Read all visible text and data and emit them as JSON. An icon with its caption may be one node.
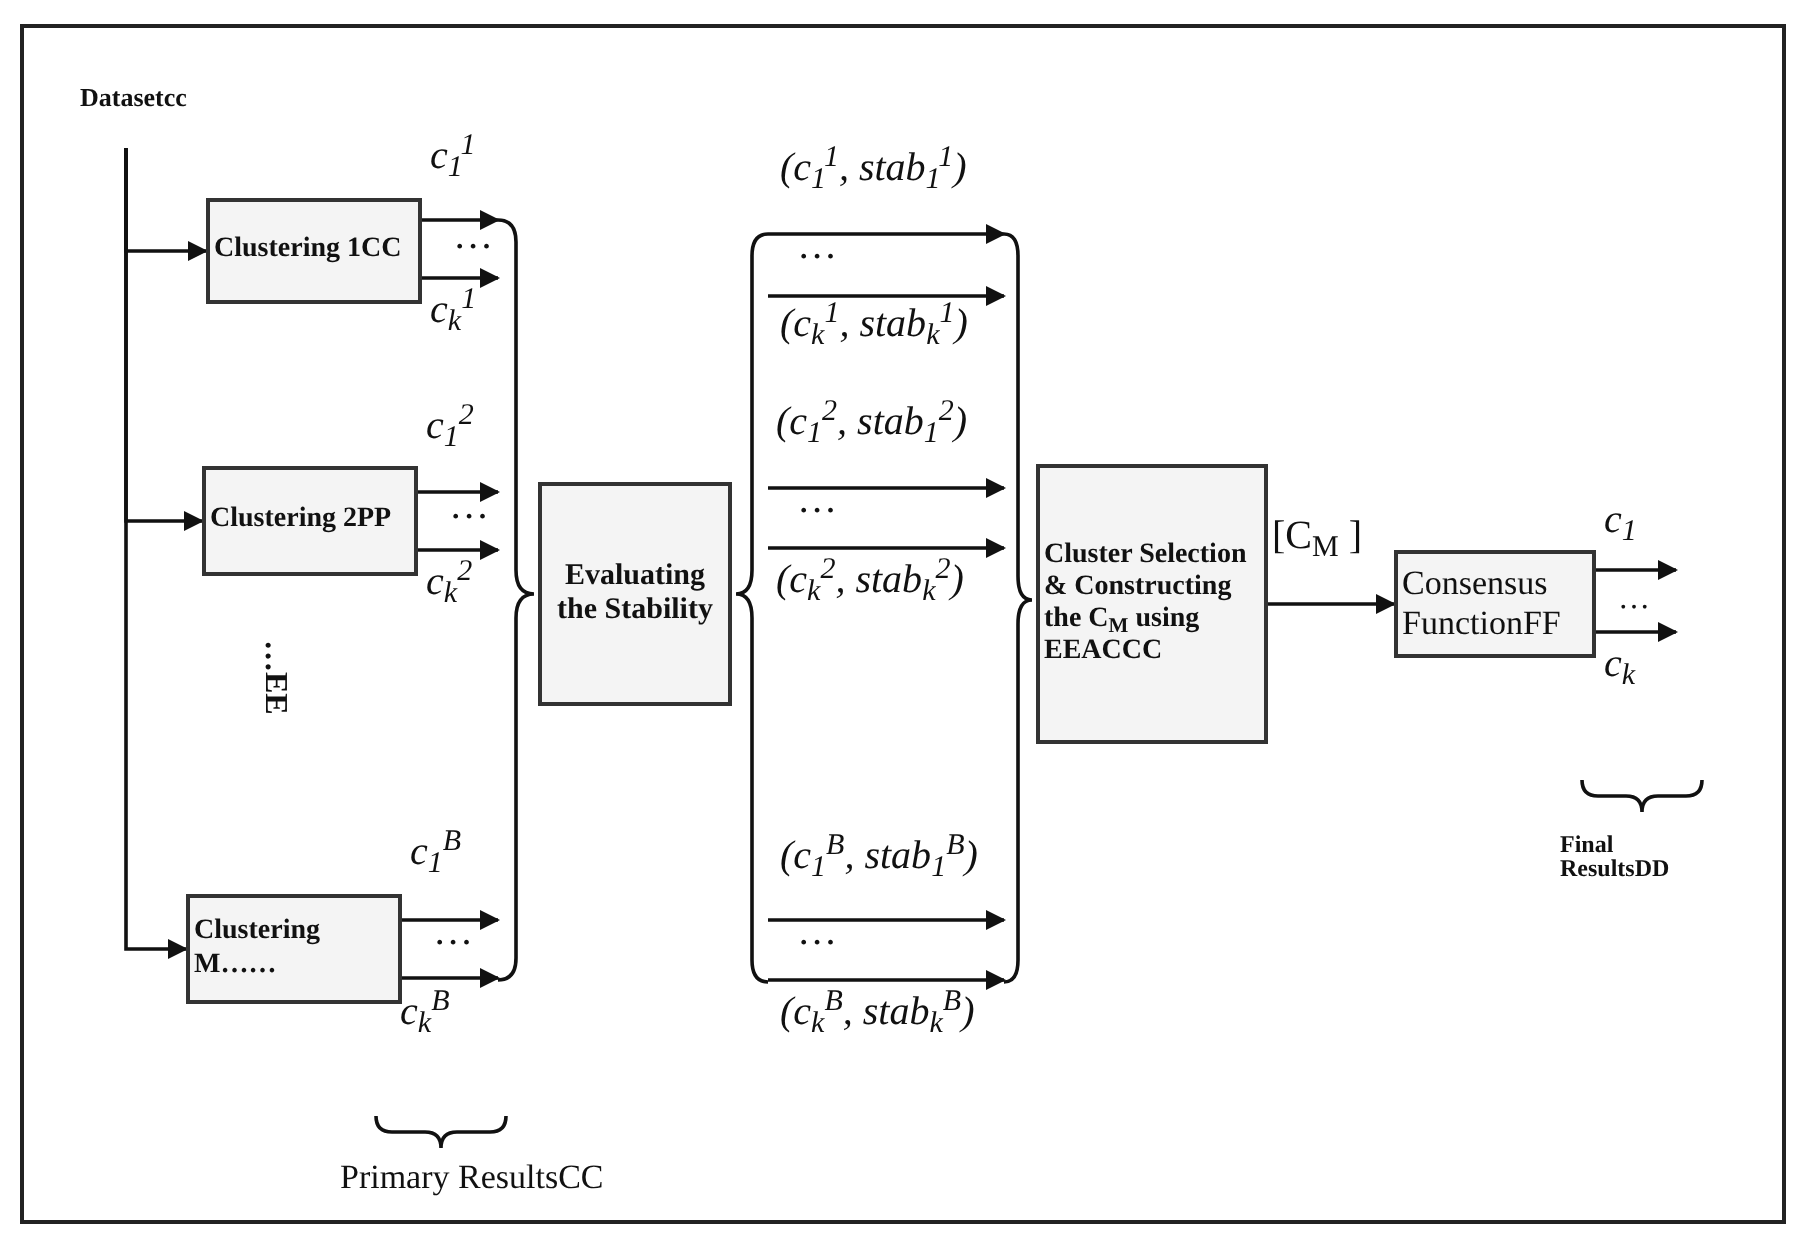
{
  "diagram": {
    "nodes": [
      {
        "text": [
          "Datasetcc"
        ]
      },
      {
        "text": [
          "Clustering 1CC"
        ]
      },
      {
        "text": [
          "Clustering 2PP"
        ]
      },
      {
        "text": [
          "Clustering M……"
        ]
      },
      {
        "text": [
          "Evaluating the Stability"
        ]
      },
      {
        "text": [
          "Cluster Selection & Constructing the C$_{M}$ using EEACCC"
        ]
      },
      {
        "text": [
          "Consensus FunctionFF"
        ]
      },
      {
        "text": [],
        "shape": "brace"
      },
      {
        "text": [],
        "shape": "brace"
      },
      {
        "text": [],
        "shape": "brace"
      }
    ],
    "edges": [
      {
        "from": 0,
        "to": 1,
        "arrow": "to"
      },
      {
        "from": 0,
        "to": 2,
        "arrow": "to"
      },
      {
        "from": 0,
        "to": 3,
        "arrow": "to"
      },
      {
        "from": 1,
        "to": 7,
        "arrow": "to",
        "label": "c$_{1}$$^{1}$"
      },
      {
        "from": 1,
        "to": 7,
        "arrow": "to",
        "label": "c$_{k}$$^{1}$"
      },
      {
        "from": 2,
        "to": 7,
        "arrow": "to",
        "label": "c$_{1}$$^{2}$"
      },
      {
        "from": 2,
        "to": 7,
        "arrow": "to",
        "label": "c$_{k}$$^{2}$"
      },
      {
        "from": 3,
        "to": 7,
        "arrow": "to",
        "label": "c$_{1}$$^{B}$"
      },
      {
        "from": 3,
        "to": 7,
        "arrow": "to",
        "label": "c$_{k}$$^{B}$"
      },
      {
        "from": 5,
        "to": 6,
        "arrow": "to",
        "label": "[C$_{M}$ ]"
      },
      {
        "from": 6,
        "to": null,
        "arrow": "to",
        "label": "c$_{1}$"
      },
      {
        "from": 6,
        "to": null,
        "arrow": "to",
        "label": "c$_{k}$"
      },
      {
        "from": 8,
        "to": 9,
        "arrow": "to",
        "label": "(c$_{1}$$^{1}$, stab$_{1}$$^{1}$)"
      },
      {
        "from": 8,
        "to": 9,
        "arrow": "to",
        "label": "(c$_{k}$$^{1}$, stab$_{k}$$^{1}$)"
      },
      {
        "from": 8,
        "to": 9,
        "arrow": "to",
        "label": "(c$_{1}$$^{2}$, stab$_{1}$$^{2}$)"
      },
      {
        "from": 8,
        "to": 9,
        "arrow": "to",
        "label": "(c$_{k}$$^{2}$, stab$_{k}$$^{2}$)"
      },
      {
        "from": 8,
        "to": 9,
        "arrow": "to",
        "label": "(c$_{1}$$^{B}$, stab$_{1}$$^{B}$)"
      },
      {
        "from": 8,
        "to": 9,
        "arrow": "to",
        "label": "(c$_{k}$$^{B}$, stab$_{k}$$^{B}$)"
      }
    ],
    "labels": [
      "…",
      "…",
      "…EE",
      "…",
      "Primary ResultsCC",
      "…",
      "…",
      "…",
      "…",
      "Final ResultsDD"
    ]
  }
}
